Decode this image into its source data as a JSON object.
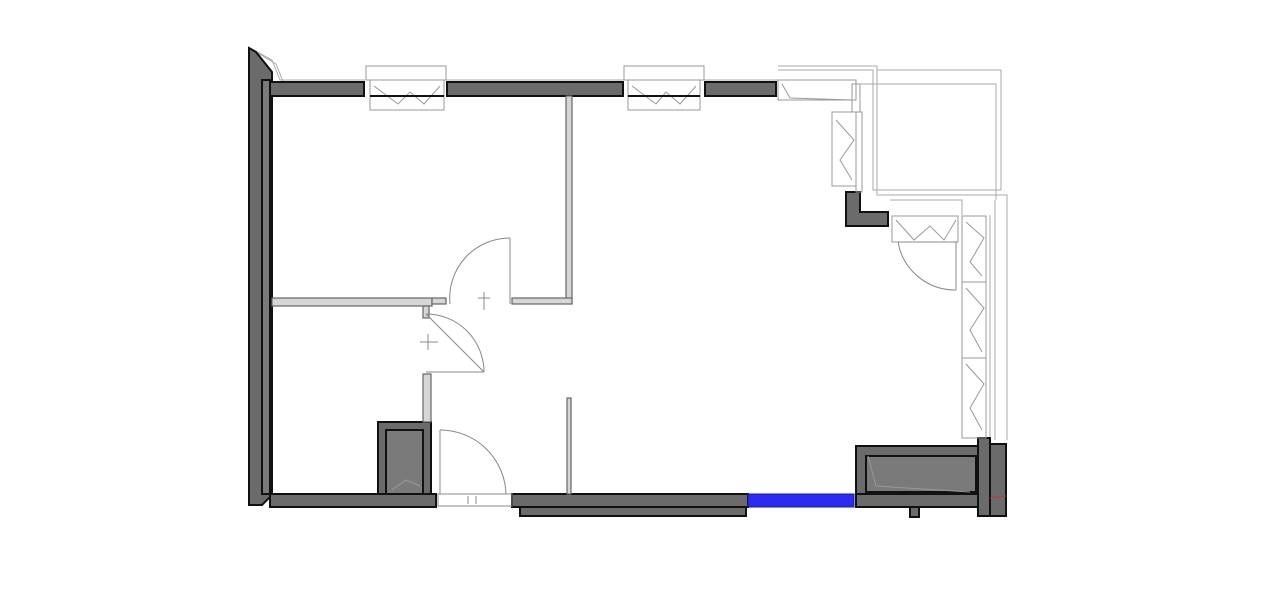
{
  "floor_plan": {
    "colors": {
      "background": "#ffffff",
      "wall_fill": "#6b6b6b",
      "wall_stroke": "#111111",
      "partition_fill": "#d6d6d6",
      "partition_stroke": "#666666",
      "outline": "#aaaaaa",
      "window_frame": "#999999",
      "door_swing": "#888888",
      "highlight": "#2b2bf0"
    },
    "rooms": [
      {
        "id": "bedroom"
      },
      {
        "id": "bathroom"
      },
      {
        "id": "living-area"
      }
    ],
    "windows": [
      {
        "id": "north-1"
      },
      {
        "id": "north-2"
      },
      {
        "id": "north-corner"
      },
      {
        "id": "east-1"
      },
      {
        "id": "bay-1"
      },
      {
        "id": "bay-2"
      },
      {
        "id": "bay-3"
      },
      {
        "id": "bay-4"
      }
    ],
    "doors": [
      {
        "id": "bedroom-door"
      },
      {
        "id": "bathroom-door"
      },
      {
        "id": "entry-door"
      },
      {
        "id": "balcony-door"
      }
    ]
  }
}
